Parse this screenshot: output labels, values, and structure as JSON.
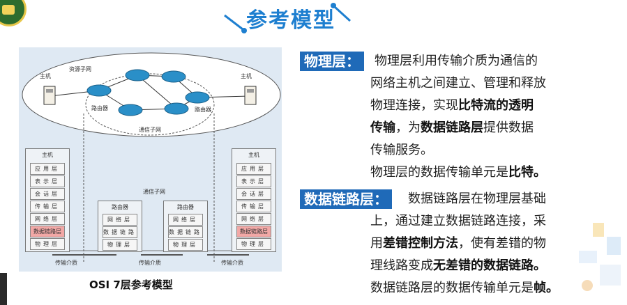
{
  "title": "参考模型",
  "caption": "OSI 7层参考模型",
  "diagram": {
    "resource_subnet": "资源子网",
    "comm_subnet_top": "通信子网",
    "comm_subnet_mid": "通信子网",
    "host_left": "主机",
    "host_right": "主机",
    "router_label_left": "路由器",
    "router_label_right": "路由器",
    "transmission_media": [
      "传输介质",
      "传输介质",
      "传输介质"
    ],
    "host_stack_title": "主机",
    "host_layers": [
      "应用层",
      "表示层",
      "会话层",
      "传输层",
      "网络层",
      "数据链路层",
      "物理层"
    ],
    "router_stack_title": "路由器",
    "router_layers": [
      "网络层",
      "数据链路层",
      "物理层"
    ]
  },
  "physical": {
    "label": "物理层：",
    "lines": [
      "物理层利用传输介质为通信的",
      "网络主机之间建立、管理和释放",
      "物理连接，实现",
      "比特流的透明",
      "传输",
      "，为",
      "数据链路层",
      "提供数据",
      "传输服务。",
      "物理层的数据传输单元是",
      "比特。"
    ]
  },
  "datalink": {
    "label": "数据链路层：",
    "lines": [
      "数据链路层在物理层基础",
      "上，通过建立数据链路连接，采",
      "用",
      "差错控制方法",
      "，使有差错的物",
      "理线路变成",
      "无差错的数据链路。",
      "数据链路层的数据传输单元是",
      "帧。"
    ]
  },
  "colors": {
    "title": "#1e7fd0",
    "highlight_bg": "#1f6ab8",
    "red_layer": "#f2a8a6",
    "router": "#2a8fc8"
  }
}
